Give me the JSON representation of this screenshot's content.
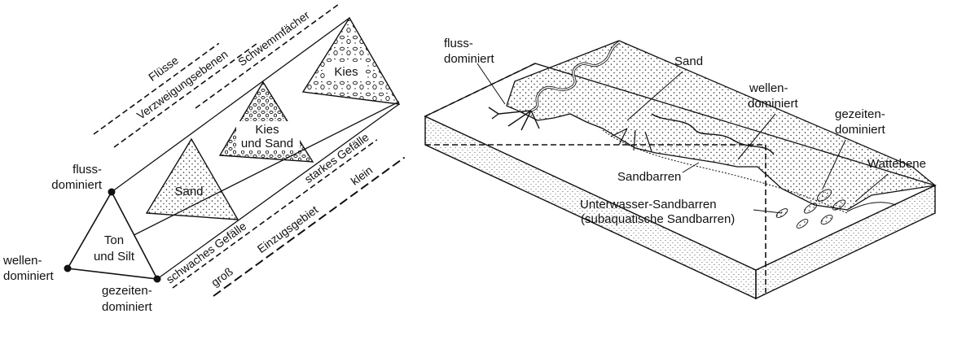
{
  "left_diagram": {
    "corners": {
      "fluss": [
        "fluss-",
        "dominiert"
      ],
      "wellen": [
        "wellen-",
        "dominiert"
      ],
      "gezeiten": [
        "gezeiten-",
        "dominiert"
      ]
    },
    "triangles": {
      "ton": [
        "Ton",
        "und Silt"
      ],
      "sand": "Sand",
      "kies_sand": [
        "Kies",
        "und Sand"
      ],
      "kies": "Kies"
    },
    "top_scale": [
      "Flüsse",
      "Verzweigungsebenen",
      "Schwemmfächer"
    ],
    "bottom_scale": {
      "slope_low": "schwaches Gefälle",
      "slope_high": "starkes Gefälle",
      "area_large": "groß",
      "catchment": "Einzugsgebiet",
      "area_small": "klein"
    }
  },
  "right_diagram": {
    "labels": {
      "fluss": [
        "fluss-",
        "dominiert"
      ],
      "sand": "Sand",
      "wellen": [
        "wellen-",
        "dominiert"
      ],
      "gezeiten": [
        "gezeiten-",
        "dominiert"
      ],
      "sandbarren": "Sandbarren",
      "wattebene": "Wattebene",
      "unterwasser": [
        "Unterwasser-Sandbarren",
        "(subaquatische Sandbarren)"
      ]
    }
  }
}
